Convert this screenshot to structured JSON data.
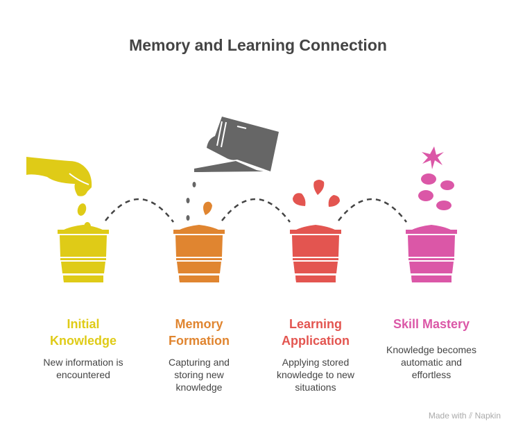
{
  "title": "Memory and Learning Connection",
  "stages": [
    {
      "title_line1": "Initial",
      "title_line2": "Knowledge",
      "desc": [
        "New information is",
        "encountered"
      ],
      "color": "#DFCB17"
    },
    {
      "title_line1": "Memory",
      "title_line2": "Formation",
      "desc": [
        "Capturing and",
        "storing new",
        "knowledge"
      ],
      "color": "#E08530"
    },
    {
      "title_line1": "Learning",
      "title_line2": "Application",
      "desc": [
        "Applying stored",
        "knowledge to new",
        "situations"
      ],
      "color": "#E35550"
    },
    {
      "title_line1": "Skill Mastery",
      "desc": [
        "Knowledge becomes",
        "automatic and",
        "effortless"
      ],
      "color": "#DB57A7"
    }
  ],
  "footer": {
    "made_with": "Made with",
    "brand": "Napkin"
  },
  "colors": {
    "can": "#666666",
    "dash": "#444444"
  }
}
